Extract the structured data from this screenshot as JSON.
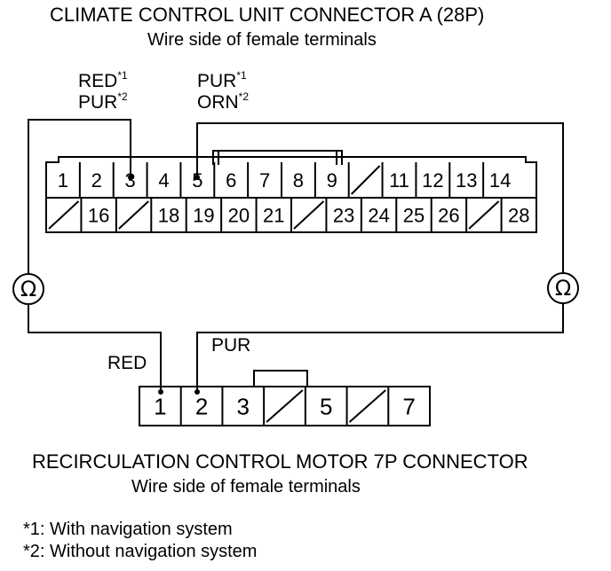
{
  "connector_a": {
    "title": "CLIMATE CONTROL UNIT CONNECTOR A (28P)",
    "subtitle": "Wire side of female terminals",
    "top_row": [
      "1",
      "2",
      "3",
      "4",
      "5",
      "6",
      "7",
      "8",
      "9",
      "",
      "11",
      "12",
      "13",
      "14"
    ],
    "bottom_row": [
      "",
      "16",
      "",
      "18",
      "19",
      "20",
      "21",
      "",
      "23",
      "24",
      "25",
      "26",
      "",
      "28"
    ]
  },
  "wire_labels": {
    "pin3_line1_text": "RED",
    "pin3_line1_mark": "*1",
    "pin3_line2_text": "PUR",
    "pin3_line2_mark": "*2",
    "pin5_line1_text": "PUR",
    "pin5_line1_mark": "*1",
    "pin5_line2_text": "ORN",
    "pin5_line2_mark": "*2",
    "motor_pin1": "RED",
    "motor_pin2": "PUR"
  },
  "meter_symbol": "Ω",
  "connector_b": {
    "title": "RECIRCULATION CONTROL MOTOR 7P CONNECTOR",
    "subtitle": "Wire side of female terminals",
    "pins": [
      "1",
      "2",
      "3",
      "",
      "5",
      "",
      "7"
    ]
  },
  "footnotes": [
    "*1: With navigation system",
    "*2: Without navigation system"
  ]
}
